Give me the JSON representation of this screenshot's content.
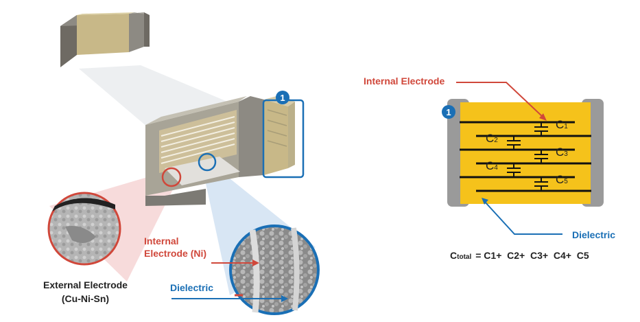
{
  "badge_number": "1",
  "colors": {
    "accent_red": "#d0473a",
    "accent_blue": "#1a6fb5",
    "dielectric_yellow": "#f5c21b",
    "terminal_gray": "#9a9a9a",
    "ceramic_tan": "#c8b888"
  },
  "left": {
    "internal_electrode_line1": "Internal",
    "internal_electrode_line2": "Electrode (Ni)",
    "dielectric": "Dielectric",
    "external_electrode_line1": "External Electrode",
    "external_electrode_line2": "(Cu-Ni-Sn)"
  },
  "right": {
    "internal_electrode": "Internal Electrode",
    "dielectric": "Dielectric",
    "capacitors": [
      {
        "letter": "C",
        "sub": "1"
      },
      {
        "letter": "C",
        "sub": "2"
      },
      {
        "letter": "C",
        "sub": "3"
      },
      {
        "letter": "C",
        "sub": "4"
      },
      {
        "letter": "C",
        "sub": "5"
      }
    ]
  },
  "formula": {
    "lhs": "C",
    "lhs_sub": "total",
    "rhs": "= C1+  C2+  C3+  C4+  C5"
  }
}
